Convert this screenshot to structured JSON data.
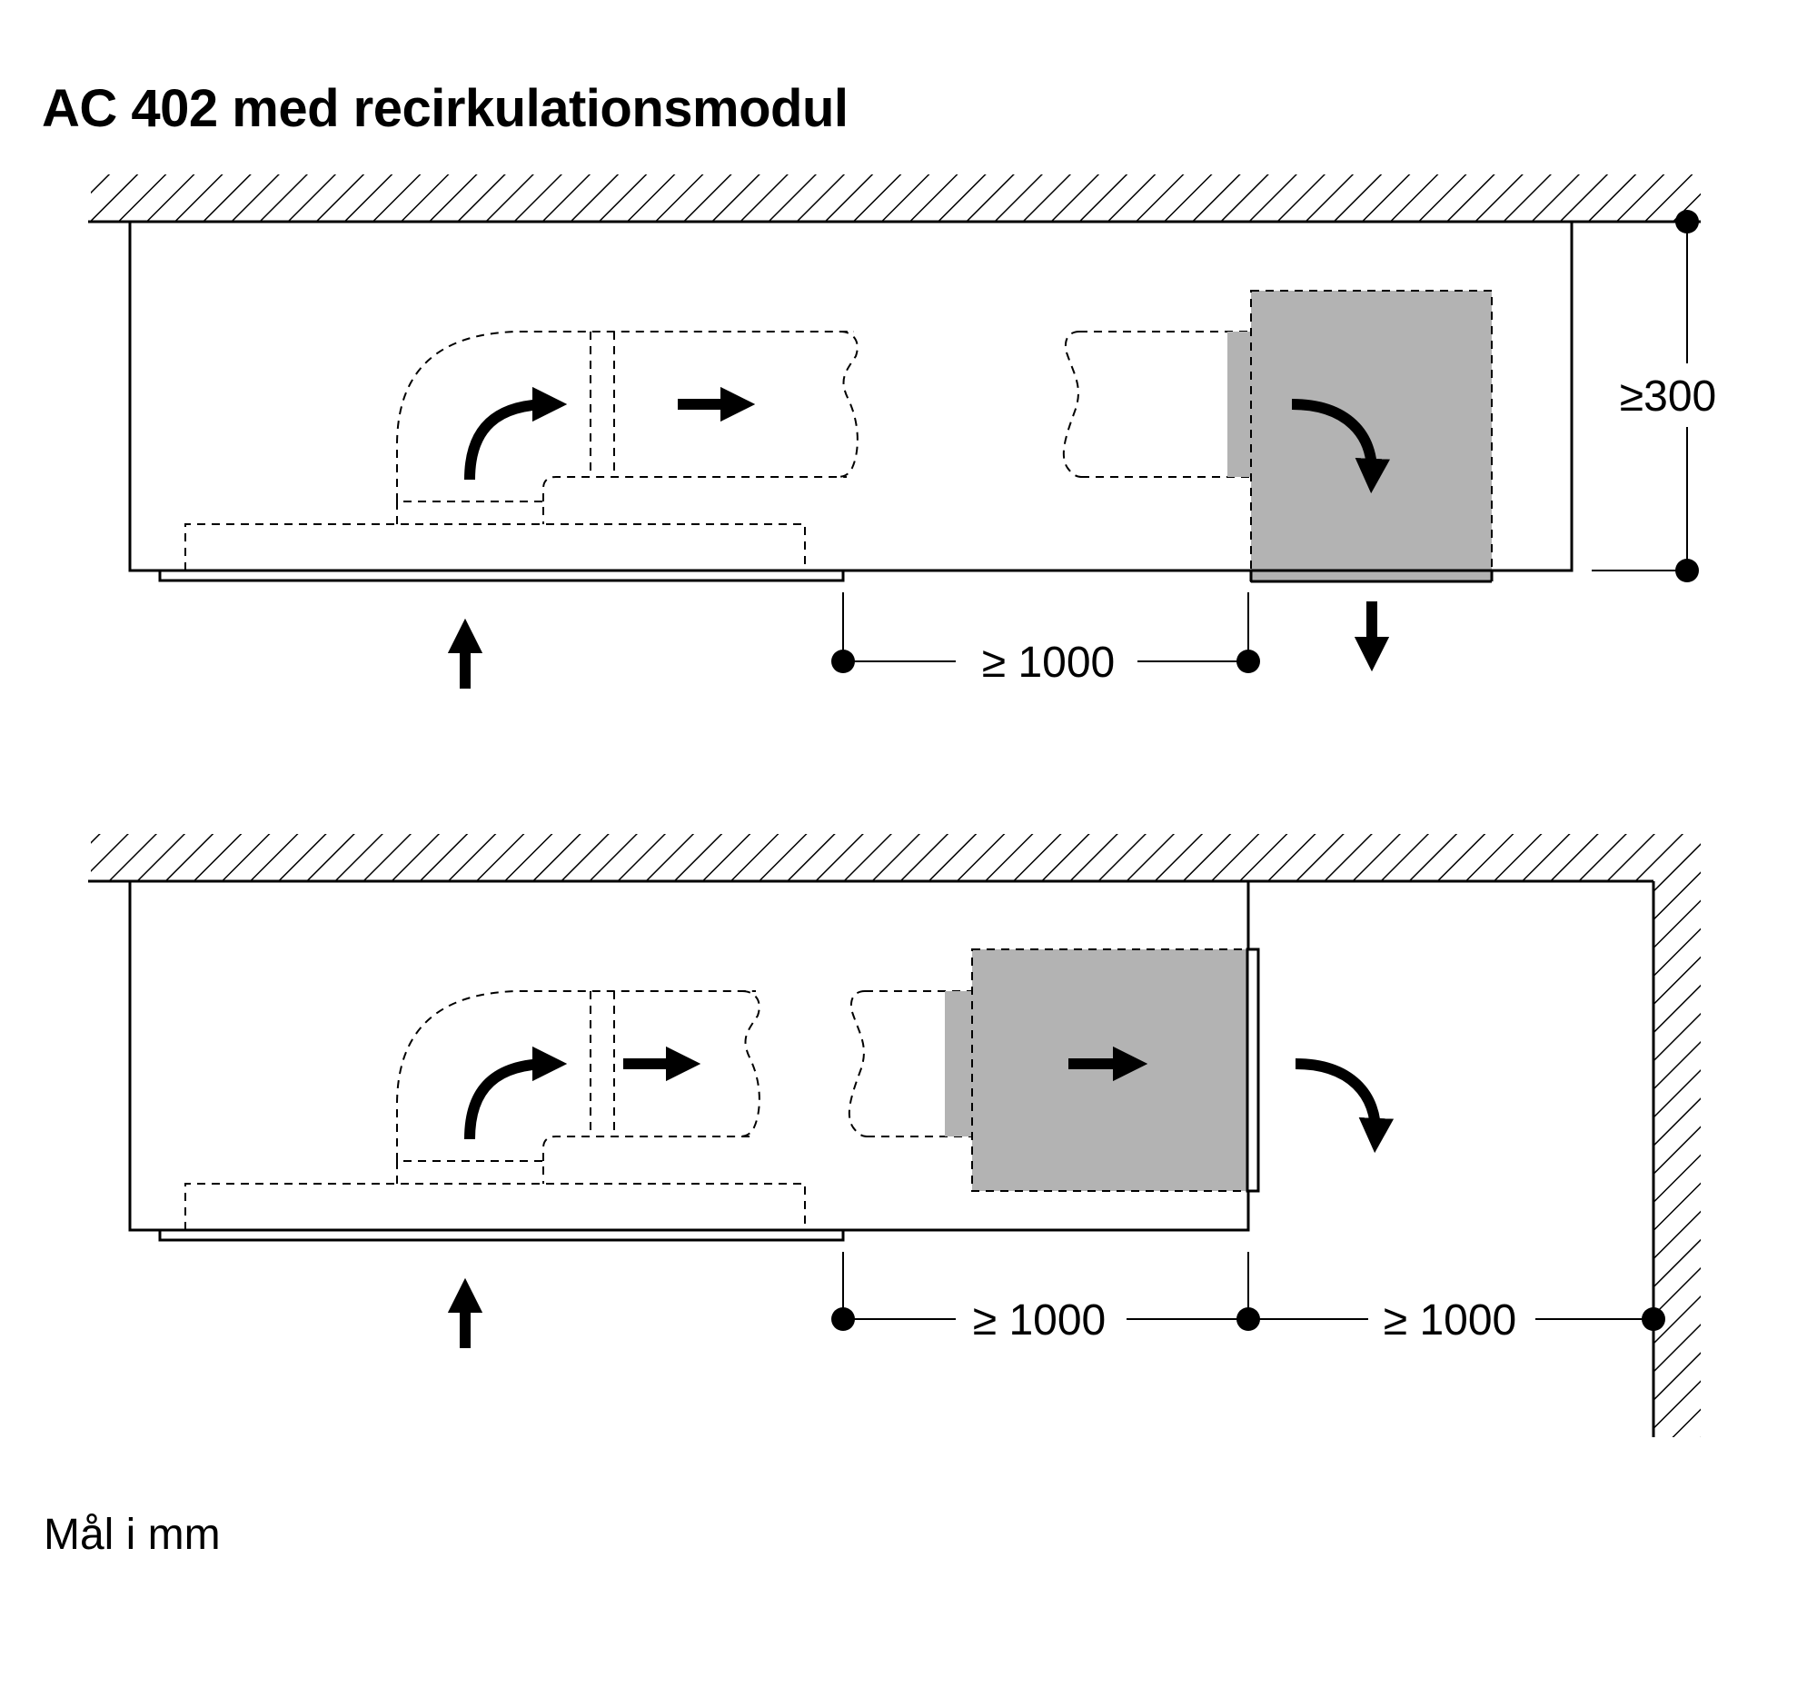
{
  "title": "AC 402 med recirkulationsmodul",
  "footer": "Mål i mm",
  "colors": {
    "line": "#000000",
    "module_fill": "#b3b3b3",
    "background": "#ffffff"
  },
  "icons": {
    "airflow_straight": "arrow-right-icon",
    "airflow_curved": "curved-arrow-icon",
    "air_intake": "arrow-up-icon",
    "air_outlet": "arrow-down-icon"
  },
  "diagram_top": {
    "dimension_height": "≥300",
    "dimension_distance": "≥ 1000"
  },
  "diagram_bottom": {
    "dimension_distance_1": "≥ 1000",
    "dimension_distance_2": "≥ 1000"
  }
}
